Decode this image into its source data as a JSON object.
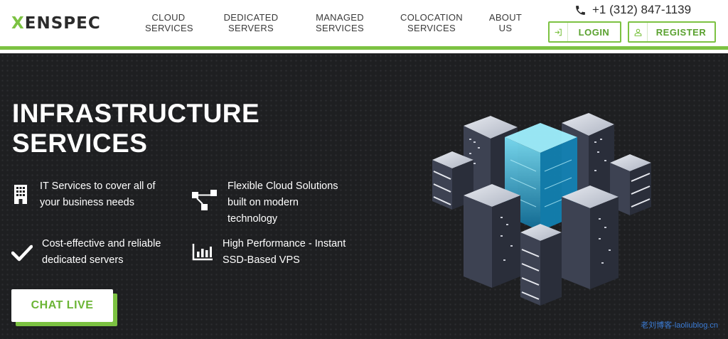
{
  "brand": {
    "logo_prefix": "",
    "logo_x": "X",
    "logo_e": "EN",
    "logo_rest": "SPEC",
    "accent": "#7cc242",
    "dark_bg": "#1e1f21"
  },
  "nav": [
    {
      "line1": "CLOUD",
      "line2": "SERVICES"
    },
    {
      "line1": "DEDICATED",
      "line2": "SERVERS"
    },
    {
      "line1": "MANAGED",
      "line2": "SERVICES"
    },
    {
      "line1": "COLOCATION",
      "line2": "SERVICES"
    },
    {
      "line1": "ABOUT",
      "line2": "US"
    }
  ],
  "phone": {
    "icon": "phone-icon",
    "number": "+1 (312) 847-1139"
  },
  "auth": {
    "login": {
      "icon": "login-icon",
      "label": "LOGIN"
    },
    "register": {
      "icon": "user-icon",
      "label": "REGISTER"
    }
  },
  "hero": {
    "title_line1": "INFRASTRUCTURE",
    "title_line2": "SERVICES",
    "features": [
      {
        "icon": "building-icon",
        "lines": [
          "IT Services to cover all of",
          "your business needs"
        ]
      },
      {
        "icon": "network-flow-icon",
        "lines": [
          "Flexible Cloud Solutions",
          "built on modern",
          "technology"
        ]
      },
      {
        "icon": "checkmark-icon",
        "lines": [
          "Cost-effective and reliable",
          "dedicated servers"
        ]
      },
      {
        "icon": "bar-chart-icon",
        "lines": [
          "High Performance - Instant",
          "SSD-Based VPS"
        ]
      }
    ],
    "cta": "CHAT LIVE",
    "illustration": "server-cluster-illustration"
  },
  "watermark": "老刘博客-laoliublog.cn"
}
